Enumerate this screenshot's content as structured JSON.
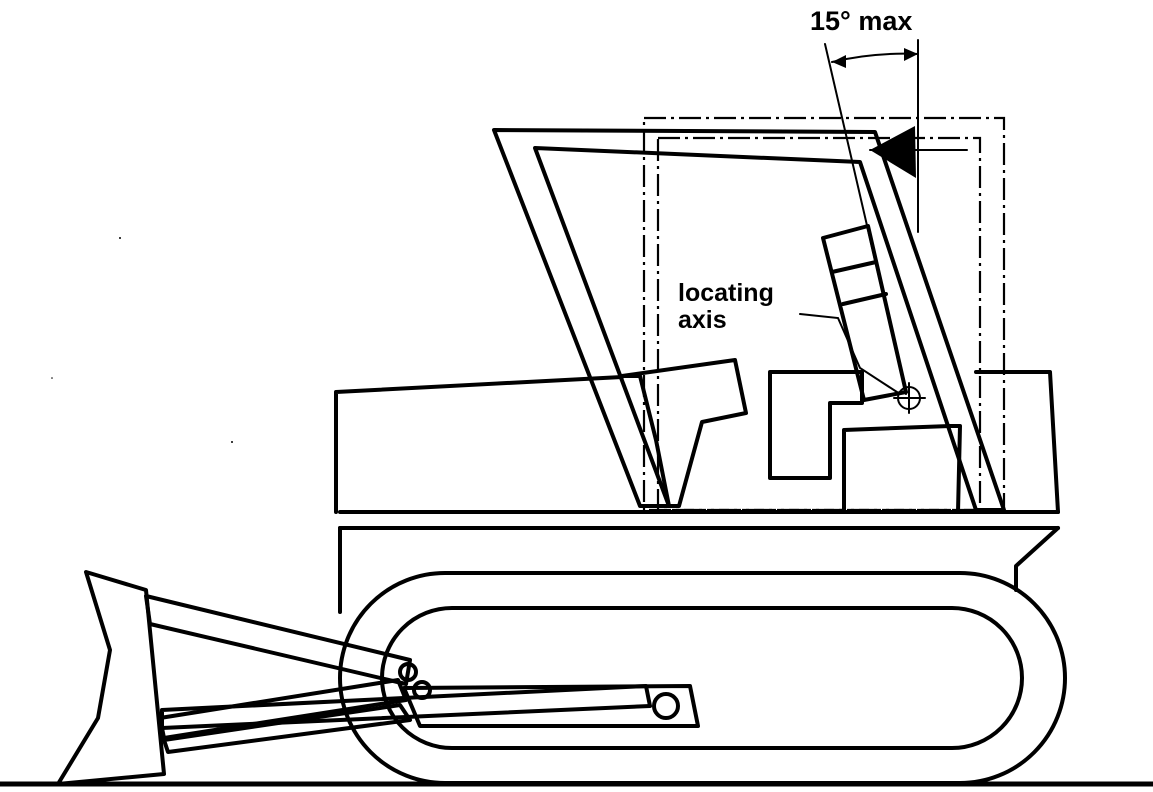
{
  "labels": {
    "angle": "15° max",
    "locating_axis_line1": "locating",
    "locating_axis_line2": "axis"
  }
}
